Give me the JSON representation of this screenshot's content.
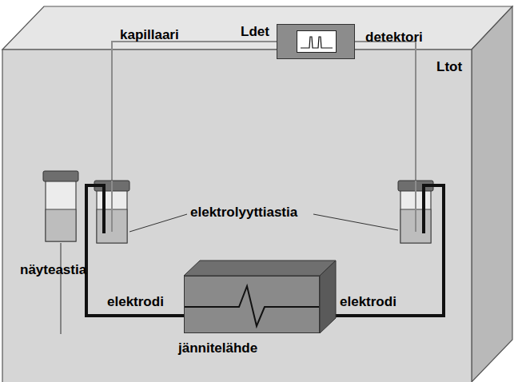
{
  "diagram": {
    "nodes": [
      {
        "text": [
          "detektori"
        ]
      },
      {
        "text": [
          "näyteastia"
        ]
      },
      {
        "text": [
          "jännitelähde"
        ]
      }
    ],
    "labels": [
      "kapillaari",
      "Ldet",
      "Ltot",
      "elektrolyyttiastia",
      "elektrodi",
      "elektrodi"
    ]
  }
}
